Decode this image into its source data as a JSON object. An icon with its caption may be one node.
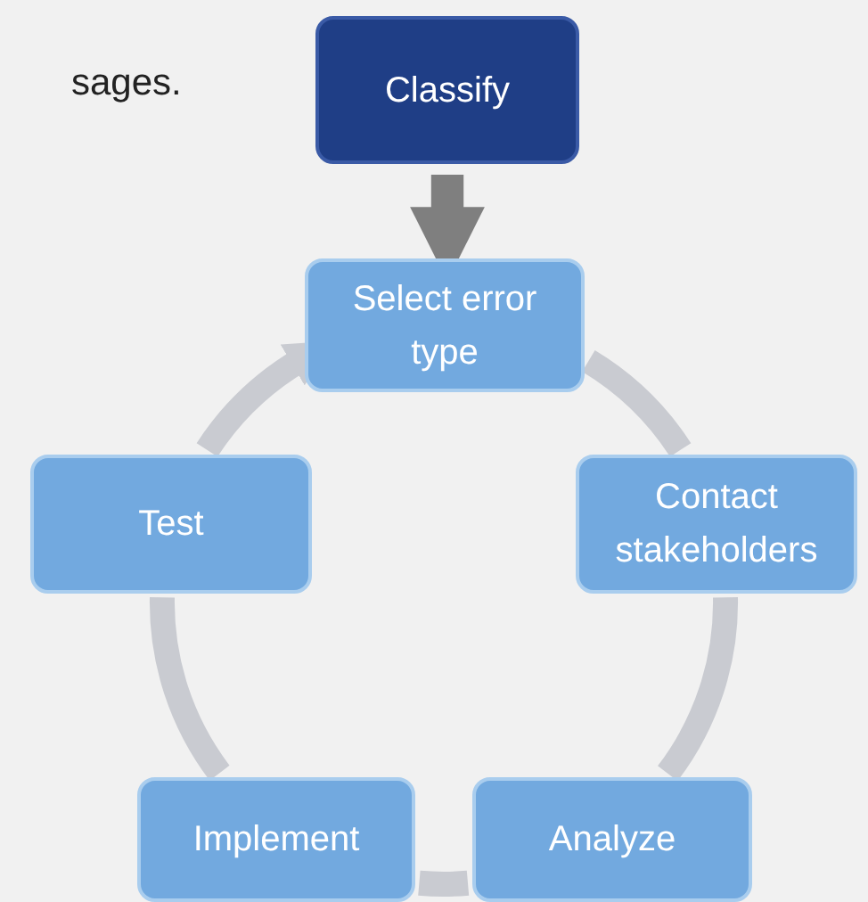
{
  "diagram": {
    "nodes": [
      {
        "text": [
          "Classify"
        ]
      },
      {
        "text": [
          "Select error type"
        ]
      },
      {
        "text": [
          "Test"
        ]
      },
      {
        "text": [
          "Contact stakeholders"
        ]
      },
      {
        "text": [
          "Implement"
        ]
      },
      {
        "text": [
          "Analyze"
        ]
      }
    ],
    "edges": [
      {
        "from": 0,
        "to": 1,
        "arrow": "to",
        "color": "#7f7f7f"
      },
      {
        "from": 1,
        "to": 3,
        "arrow": "none"
      },
      {
        "from": 3,
        "to": 5,
        "arrow": "none"
      },
      {
        "from": 5,
        "to": 4,
        "arrow": "none"
      },
      {
        "from": 4,
        "to": 2,
        "arrow": "none"
      },
      {
        "from": 2,
        "to": 1,
        "arrow": "to"
      }
    ],
    "labels": [
      "sages."
    ]
  }
}
